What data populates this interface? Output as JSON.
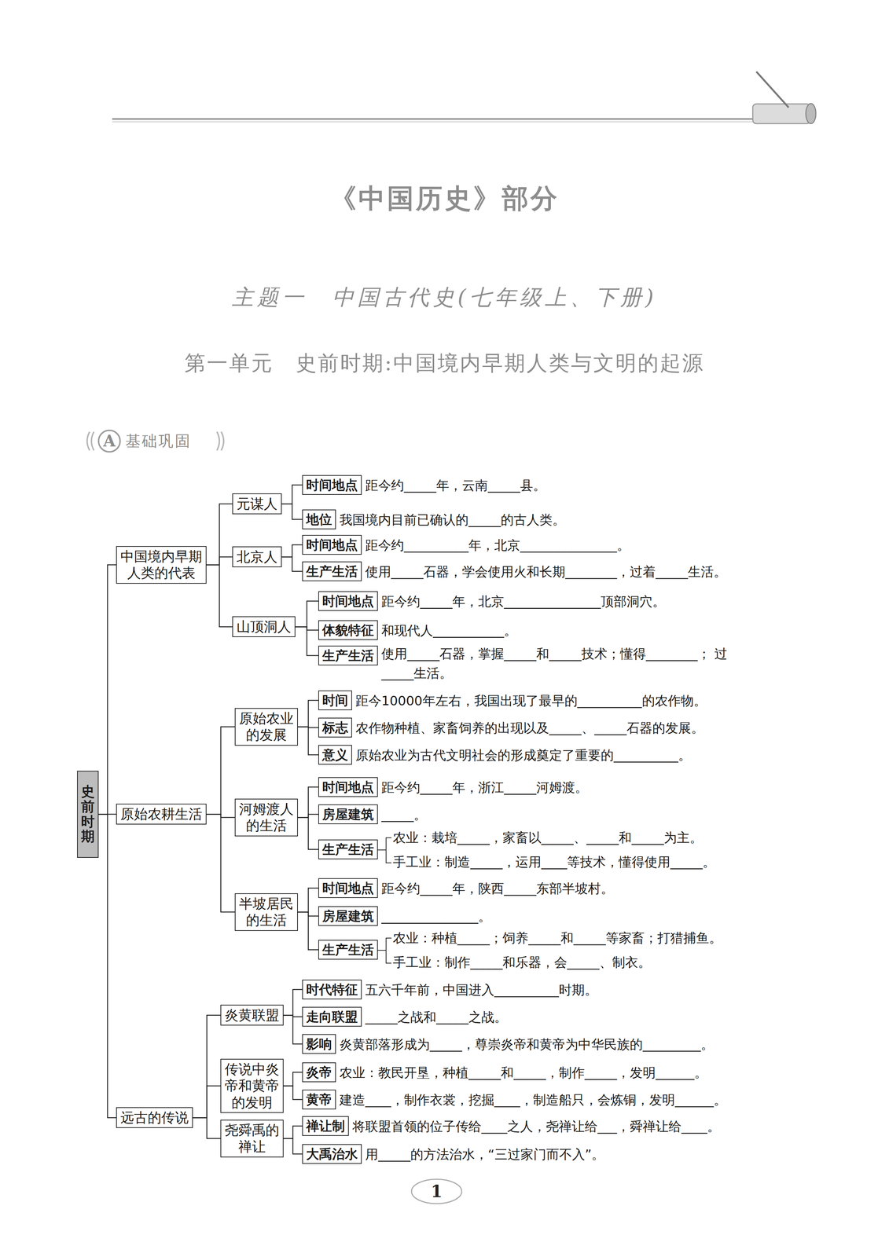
{
  "diagram": {
    "title": "《中国历史》部分",
    "nodes": [
      {
        "text": [
          "史前时期"
        ]
      },
      {
        "text": [
          "中国境内早期人类的代表"
        ]
      },
      {
        "text": [
          "元谋人"
        ]
      },
      {
        "text": [
          "时间地点",
          "距今约_____年，云南_____县。"
        ]
      },
      {
        "text": [
          "地位",
          "我国境内目前已确认的_____的古人类。"
        ]
      },
      {
        "text": [
          "北京人"
        ]
      },
      {
        "text": [
          "时间地点",
          "距今约__________年，北京_______________。"
        ]
      },
      {
        "text": [
          "生产生活",
          "使用_____石器，学会使用火和长期________，过着_____生活。"
        ]
      },
      {
        "text": [
          "山顶洞人"
        ]
      },
      {
        "text": [
          "时间地点",
          "距今约_____年，北京_______________顶部洞穴。"
        ]
      },
      {
        "text": [
          "体貌特征",
          "和现代人___________。"
        ]
      },
      {
        "text": [
          "生产生活",
          "使用_____石器，掌握_____和_____技术；懂得________； 过_____生活。"
        ]
      },
      {
        "text": [
          "原始农耕生活"
        ]
      },
      {
        "text": [
          "原始农业的发展"
        ]
      },
      {
        "text": [
          "时间",
          "距今10000年左右，我国出现了最早的__________的农作物。"
        ]
      },
      {
        "text": [
          "标志",
          "农作物种植、家畜饲养的出现以及_____、_____石器的发展。"
        ]
      },
      {
        "text": [
          "意义",
          "原始农业为古代文明社会的形成奠定了重要的__________。"
        ]
      },
      {
        "text": [
          "河姆渡人的生活"
        ]
      },
      {
        "text": [
          "时间地点",
          "距今约_____年，浙江_____河姆渡。"
        ]
      },
      {
        "text": [
          "房屋建筑",
          "_____。"
        ]
      },
      {
        "text": [
          "生产生活",
          "农业：栽培_____，家畜以_____、_____和_____为主。",
          "手工业：制造_____，运用____等技术，懂得使用_____。"
        ]
      },
      {
        "text": [
          "半坡居民的生活"
        ]
      },
      {
        "text": [
          "时间地点",
          "距今约_____年，陕西_____东部半坡村。"
        ]
      },
      {
        "text": [
          "房屋建筑",
          "_______________。"
        ]
      },
      {
        "text": [
          "生产生活",
          "农业：种植_____；饲养_____和_____等家畜；打猎捕鱼。",
          "手工业：制作_____和乐器，会_____、制衣。"
        ]
      },
      {
        "text": [
          "远古的传说"
        ]
      },
      {
        "text": [
          "炎黄联盟"
        ]
      },
      {
        "text": [
          "时代特征",
          "五六千年前，中国进入__________时期。"
        ]
      },
      {
        "text": [
          "走向联盟",
          "_____之战和_____之战。"
        ]
      },
      {
        "text": [
          "影响",
          "炎黄部落形成为_____，尊崇炎帝和黄帝为中华民族的_________。"
        ]
      },
      {
        "text": [
          "传说中炎帝和黄帝的发明"
        ]
      },
      {
        "text": [
          "炎帝",
          "农业：教民开垦，种植_____和_____，制作_____，发明______。"
        ]
      },
      {
        "text": [
          "黄帝",
          "建造____，制作衣裳，挖掘____，制造船只，会炼铜，发明______。"
        ]
      },
      {
        "text": [
          "尧舜禹的禅让"
        ]
      },
      {
        "text": [
          "禅让制",
          "将联盟首领的位子传给____之人，尧禅让给___，舜禅让给____。"
        ]
      },
      {
        "text": [
          "大禹治水",
          "用_____的方法治水，“三过家门而不入”。"
        ]
      }
    ],
    "edges": [
      {
        "from": 0,
        "to": 1,
        "arrow": "none"
      },
      {
        "from": 0,
        "to": 12,
        "arrow": "none"
      },
      {
        "from": 0,
        "to": 25,
        "arrow": "none"
      },
      {
        "from": 1,
        "to": 2,
        "arrow": "none"
      },
      {
        "from": 1,
        "to": 5,
        "arrow": "none"
      },
      {
        "from": 1,
        "to": 8,
        "arrow": "none"
      },
      {
        "from": 2,
        "to": 3,
        "arrow": "none"
      },
      {
        "from": 2,
        "to": 4,
        "arrow": "none"
      },
      {
        "from": 5,
        "to": 6,
        "arrow": "none"
      },
      {
        "from": 5,
        "to": 7,
        "arrow": "none"
      },
      {
        "from": 8,
        "to": 9,
        "arrow": "none"
      },
      {
        "from": 8,
        "to": 10,
        "arrow": "none"
      },
      {
        "from": 8,
        "to": 11,
        "arrow": "none"
      },
      {
        "from": 12,
        "to": 13,
        "arrow": "none"
      },
      {
        "from": 12,
        "to": 17,
        "arrow": "none"
      },
      {
        "from": 12,
        "to": 21,
        "arrow": "none"
      },
      {
        "from": 13,
        "to": 14,
        "arrow": "none"
      },
      {
        "from": 13,
        "to": 15,
        "arrow": "none"
      },
      {
        "from": 13,
        "to": 16,
        "arrow": "none"
      },
      {
        "from": 17,
        "to": 18,
        "arrow": "none"
      },
      {
        "from": 17,
        "to": 19,
        "arrow": "none"
      },
      {
        "from": 17,
        "to": 20,
        "arrow": "none"
      },
      {
        "from": 21,
        "to": 22,
        "arrow": "none"
      },
      {
        "from": 21,
        "to": 23,
        "arrow": "none"
      },
      {
        "from": 21,
        "to": 24,
        "arrow": "none"
      },
      {
        "from": 25,
        "to": 26,
        "arrow": "none"
      },
      {
        "from": 25,
        "to": 30,
        "arrow": "none"
      },
      {
        "from": 25,
        "to": 33,
        "arrow": "none"
      },
      {
        "from": 26,
        "to": 27,
        "arrow": "none"
      },
      {
        "from": 26,
        "to": 28,
        "arrow": "none"
      },
      {
        "from": 26,
        "to": 29,
        "arrow": "none"
      },
      {
        "from": 30,
        "to": 31,
        "arrow": "none"
      },
      {
        "from": 30,
        "to": 32,
        "arrow": "none"
      },
      {
        "from": 33,
        "to": 34,
        "arrow": "none"
      },
      {
        "from": 33,
        "to": 35,
        "arrow": "none"
      }
    ],
    "labels": [
      "主题一　中国古代史(七年级上、下册)",
      "第一单元　史前时期:中国境内早期人类与文明的起源",
      "A",
      "基础巩固",
      "1"
    ]
  }
}
